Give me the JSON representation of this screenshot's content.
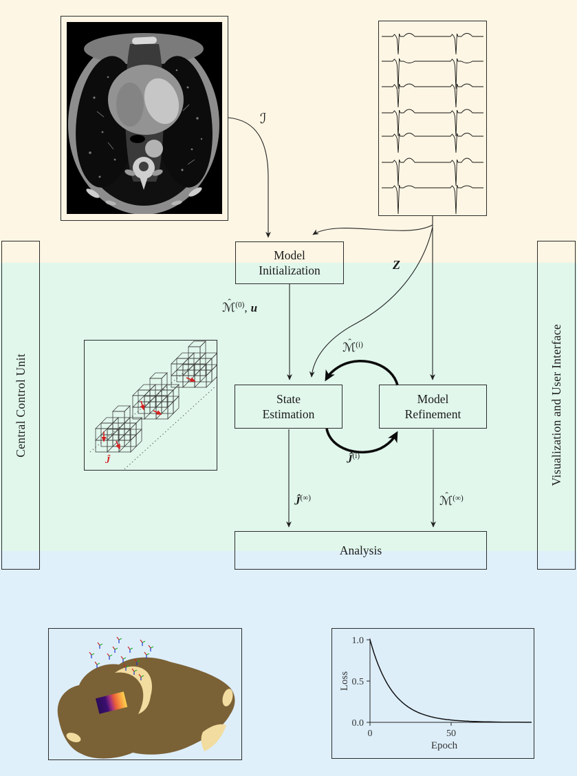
{
  "colors": {
    "top_band": "#fdf6e4",
    "mid_band": "#e1f7ec",
    "bottom_band": "#dff0fa",
    "line": "#222222",
    "thick_arrow": "#0c0c0c",
    "red_accent": "#d42020"
  },
  "sidebars": {
    "left": "Central Control Unit",
    "right": "Visualization and User Interface"
  },
  "nodes": {
    "model_init": {
      "line1": "Model",
      "line2": "Initialization"
    },
    "state_est": {
      "line1": "State",
      "line2": "Estimation"
    },
    "model_ref": {
      "line1": "Model",
      "line2": "Refinement"
    },
    "analysis": {
      "label": "Analysis"
    }
  },
  "math": {
    "hat": "ˆ",
    "I": "ℐ",
    "Z": "Z",
    "M0": {
      "base": "ℳ",
      "sup": "(0)",
      "sep": ",",
      "var": "u"
    },
    "Mi": {
      "base": "ℳ",
      "sup": "(i)"
    },
    "Minf": {
      "base": "ℳ",
      "sup": "(∞)"
    },
    "Ji": {
      "base": "Ĵ",
      "sup": "(i)"
    },
    "Jinf": {
      "base": "Ĵ",
      "sup": "(∞)"
    },
    "J_red": "Ĵ"
  },
  "chart_data": {
    "type": "line",
    "title": "",
    "xlabel": "Epoch",
    "ylabel": "Loss",
    "x": [
      0,
      5,
      10,
      15,
      20,
      25,
      30,
      35,
      40,
      45,
      50,
      55,
      60,
      65,
      70,
      75,
      80,
      85,
      90,
      95,
      100
    ],
    "y": [
      1.0,
      0.7,
      0.49,
      0.343,
      0.24,
      0.168,
      0.117,
      0.082,
      0.057,
      0.04,
      0.028,
      0.02,
      0.014,
      0.01,
      0.007,
      0.005,
      0.003,
      0.002,
      0.002,
      0.001,
      0.001
    ],
    "xticks": [
      0,
      50
    ],
    "yticks": [
      0.0,
      0.5,
      1.0
    ],
    "xtick_labels": [
      "0",
      "50"
    ],
    "ytick_labels": [
      "1.0",
      "0.5",
      "0.0"
    ],
    "xlim": [
      0,
      100
    ],
    "ylim": [
      0,
      1.05
    ],
    "grid": false,
    "legend": null
  }
}
